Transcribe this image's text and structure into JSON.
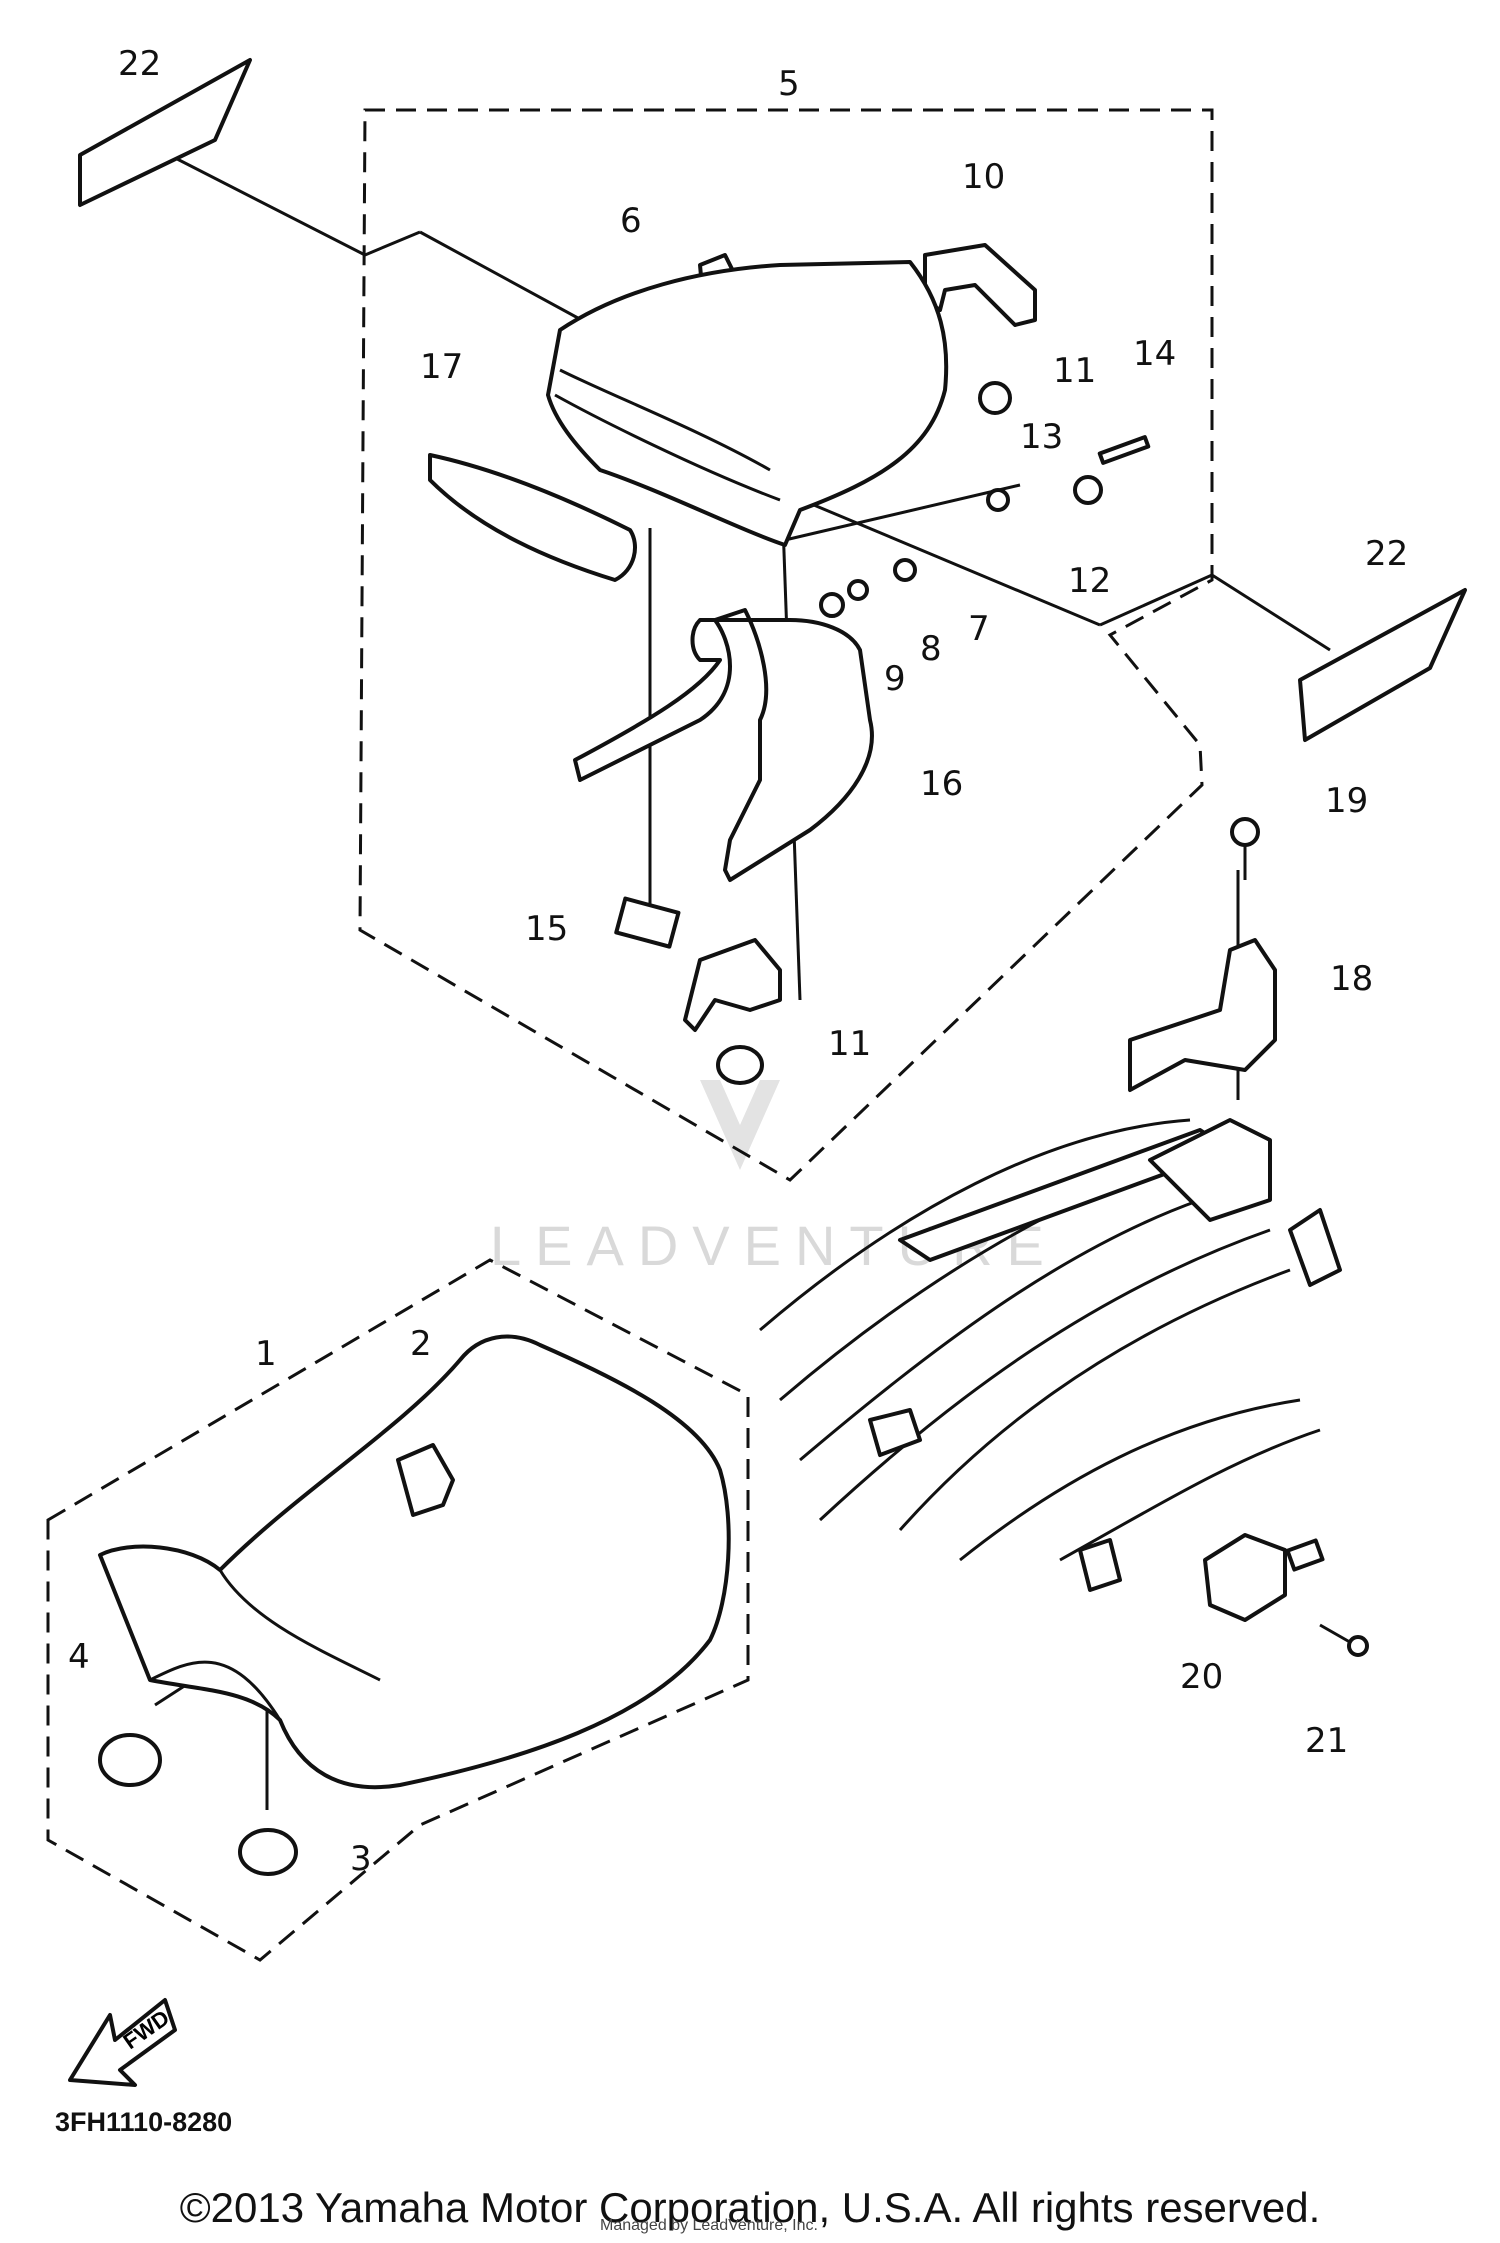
{
  "diagram": {
    "callouts": [
      {
        "id": "22a",
        "label": "22"
      },
      {
        "id": "5",
        "label": "5"
      },
      {
        "id": "6",
        "label": "6"
      },
      {
        "id": "10",
        "label": "10"
      },
      {
        "id": "17",
        "label": "17"
      },
      {
        "id": "11a",
        "label": "11"
      },
      {
        "id": "14",
        "label": "14"
      },
      {
        "id": "13",
        "label": "13"
      },
      {
        "id": "12",
        "label": "12"
      },
      {
        "id": "7",
        "label": "7"
      },
      {
        "id": "8",
        "label": "8"
      },
      {
        "id": "9",
        "label": "9"
      },
      {
        "id": "22b",
        "label": "22"
      },
      {
        "id": "16",
        "label": "16"
      },
      {
        "id": "19",
        "label": "19"
      },
      {
        "id": "15",
        "label": "15"
      },
      {
        "id": "18",
        "label": "18"
      },
      {
        "id": "11b",
        "label": "11"
      },
      {
        "id": "1",
        "label": "1"
      },
      {
        "id": "2",
        "label": "2"
      },
      {
        "id": "4",
        "label": "4"
      },
      {
        "id": "3",
        "label": "3"
      },
      {
        "id": "20",
        "label": "20"
      },
      {
        "id": "21",
        "label": "21"
      }
    ],
    "fwd_label": "FWD",
    "watermark": "LEADVENTURE"
  },
  "diagram_code": "3FH1110-8280",
  "copyright": "©2013 Yamaha Motor Corporation, U.S.A. All rights reserved.",
  "footer_note": "Managed by LeadVenture, Inc."
}
